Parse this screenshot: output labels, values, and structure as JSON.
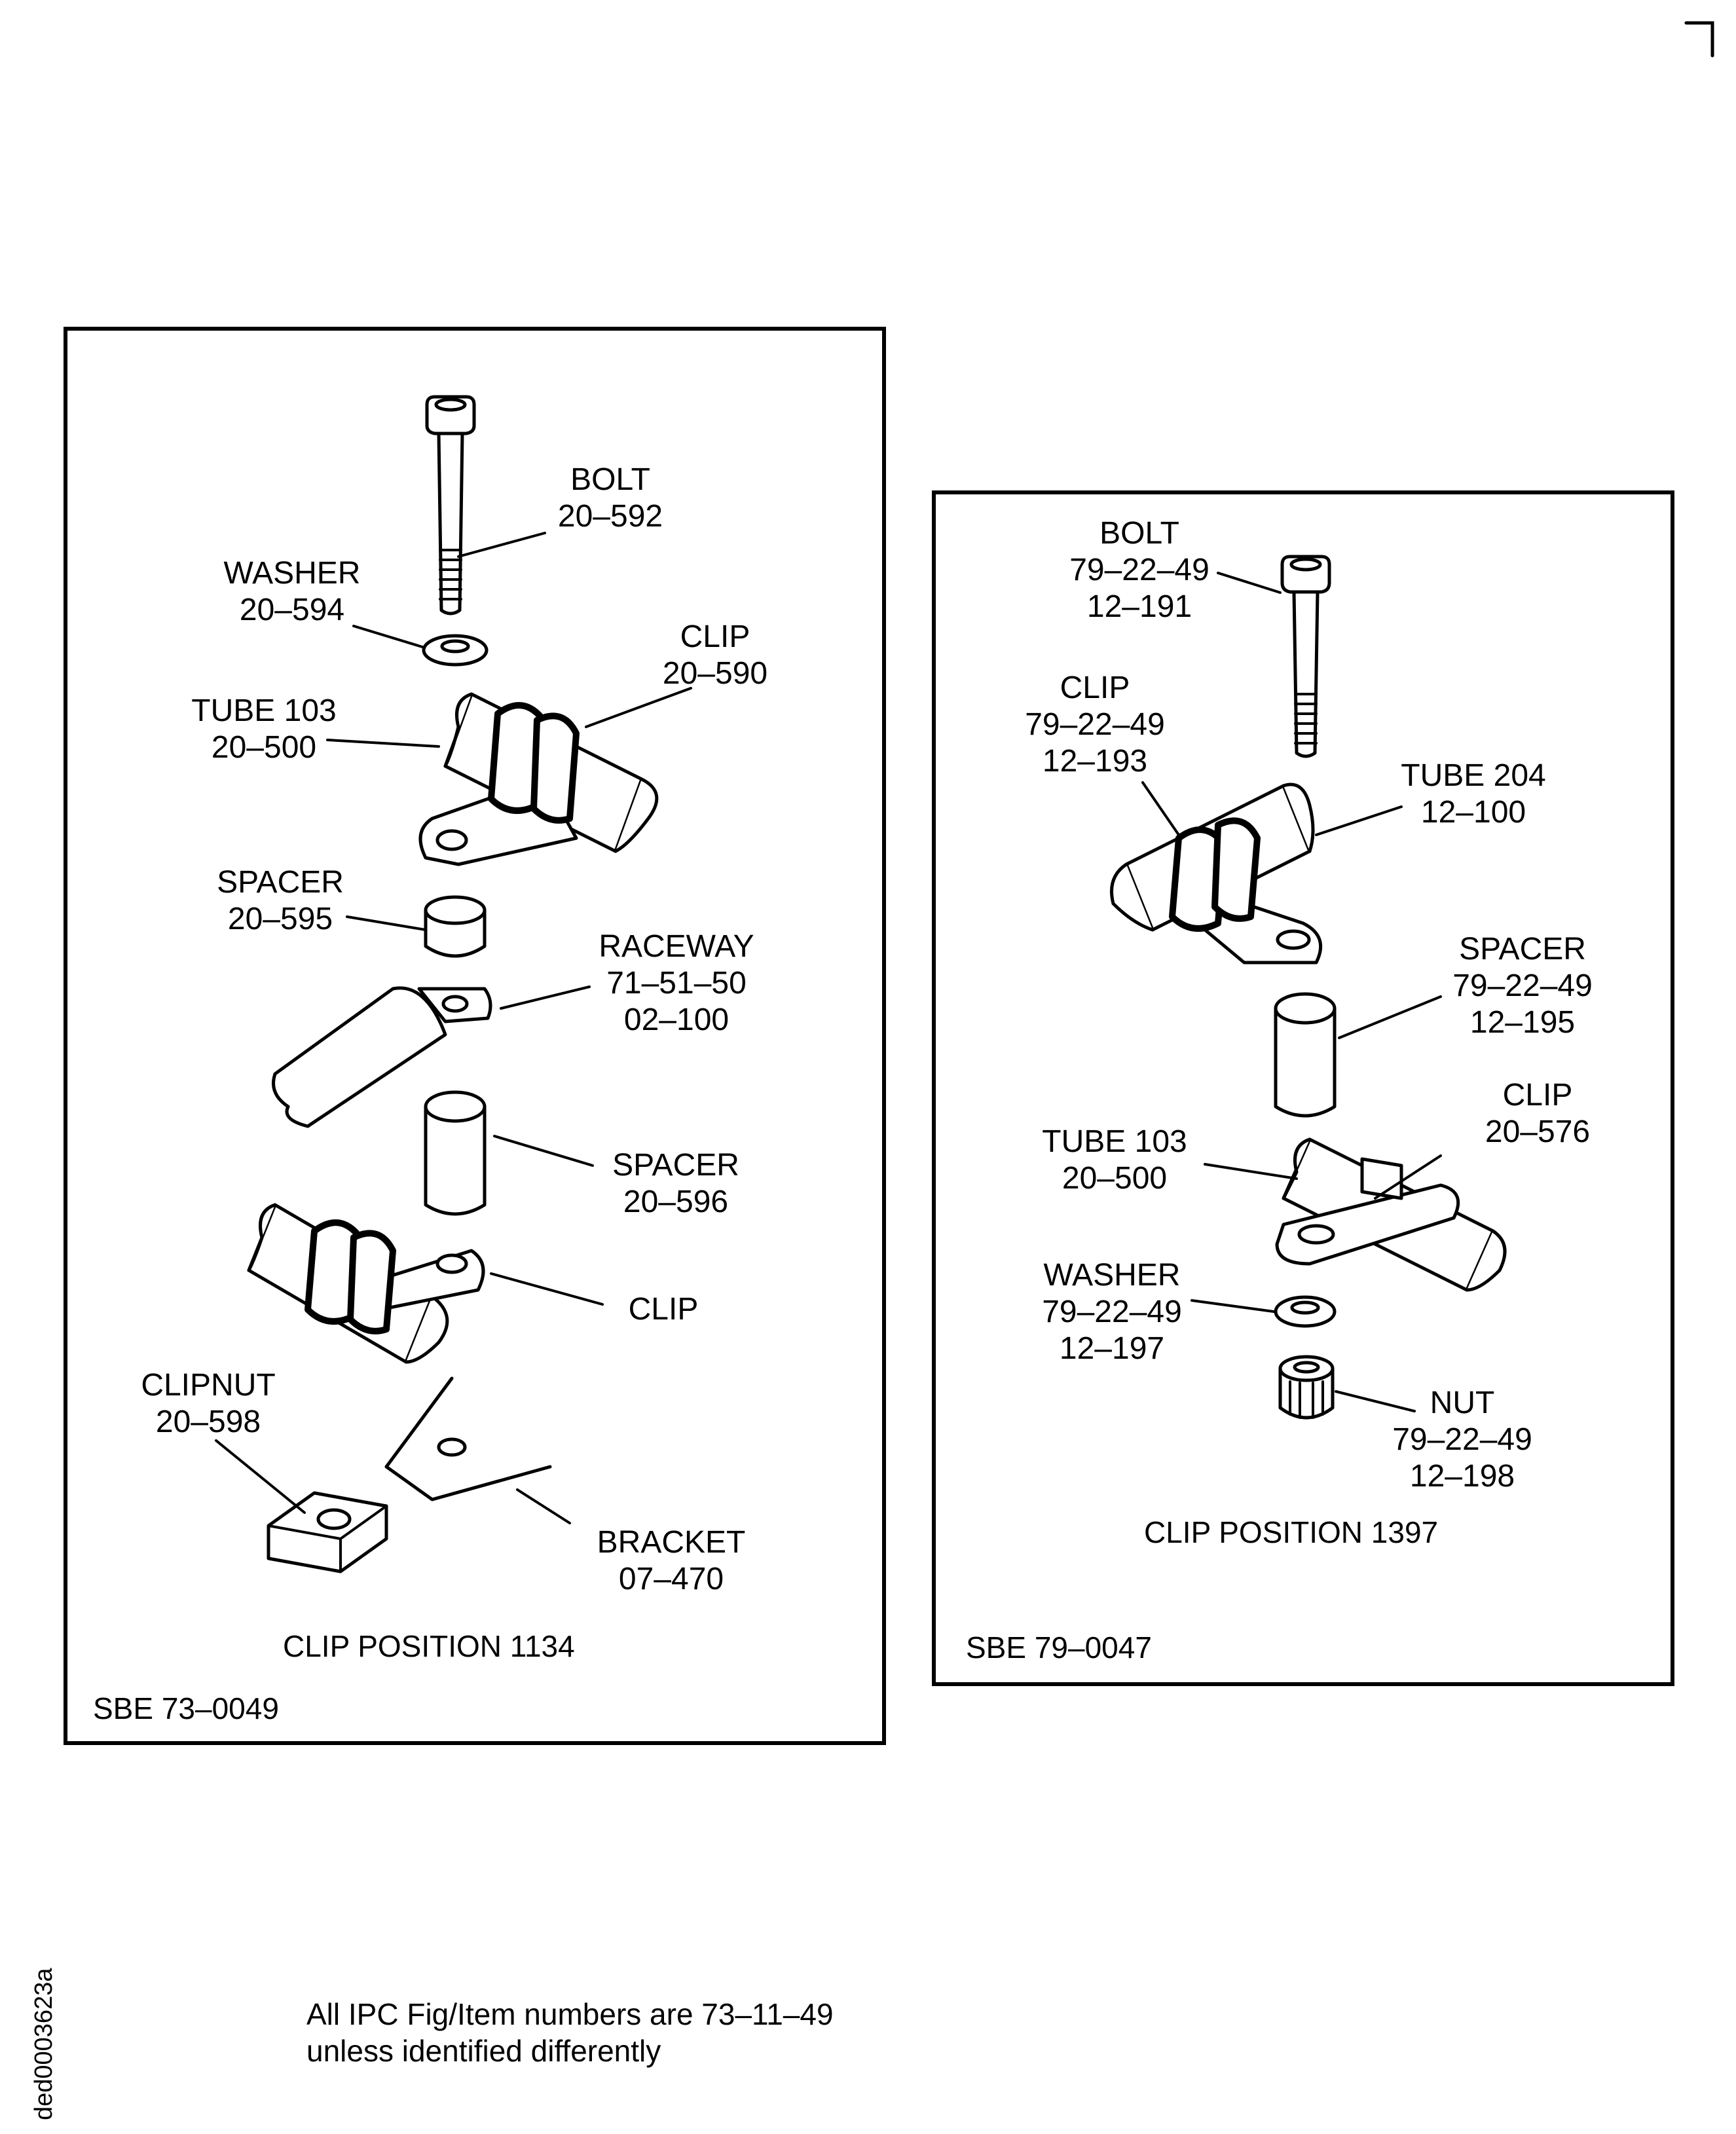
{
  "left_panel": {
    "labels": {
      "bolt": {
        "name": "BOLT",
        "num": "20–592"
      },
      "washer": {
        "name": "WASHER",
        "num": "20–594"
      },
      "clip_top": {
        "name": "CLIP",
        "num": "20–590"
      },
      "tube": {
        "name": "TUBE 103",
        "num": "20–500"
      },
      "spacer_small": {
        "name": "SPACER",
        "num": "20–595"
      },
      "raceway": {
        "name": "RACEWAY",
        "num1": "71–51–50",
        "num2": "02–100"
      },
      "spacer_long": {
        "name": "SPACER",
        "num": "20–596"
      },
      "clip_lower": {
        "name": "CLIP"
      },
      "clipnut": {
        "name": "CLIPNUT",
        "num": "20–598"
      },
      "bracket": {
        "name": "BRACKET",
        "num": "07–470"
      }
    },
    "caption": "CLIP POSITION 1134",
    "sbe": "SBE 73–0049"
  },
  "right_panel": {
    "labels": {
      "bolt": {
        "name": "BOLT",
        "num1": "79–22–49",
        "num2": "12–191"
      },
      "clip_top": {
        "name": "CLIP",
        "num1": "79–22–49",
        "num2": "12–193"
      },
      "tube204": {
        "name": "TUBE 204",
        "num": "12–100"
      },
      "spacer": {
        "name": "SPACER",
        "num1": "79–22–49",
        "num2": "12–195"
      },
      "clip_lower": {
        "name": "CLIP",
        "num": "20–576"
      },
      "tube103": {
        "name": "TUBE 103",
        "num": "20–500"
      },
      "washer": {
        "name": "WASHER",
        "num1": "79–22–49",
        "num2": "12–197"
      },
      "nut": {
        "name": "NUT",
        "num1": "79–22–49",
        "num2": "12–198"
      }
    },
    "caption": "CLIP POSITION 1397",
    "sbe": "SBE 79–0047"
  },
  "footnote": {
    "line1": "All IPC Fig/Item numbers are 73–11–49",
    "line2": "unless identified differently"
  },
  "drawing_id": "ded0003623a"
}
